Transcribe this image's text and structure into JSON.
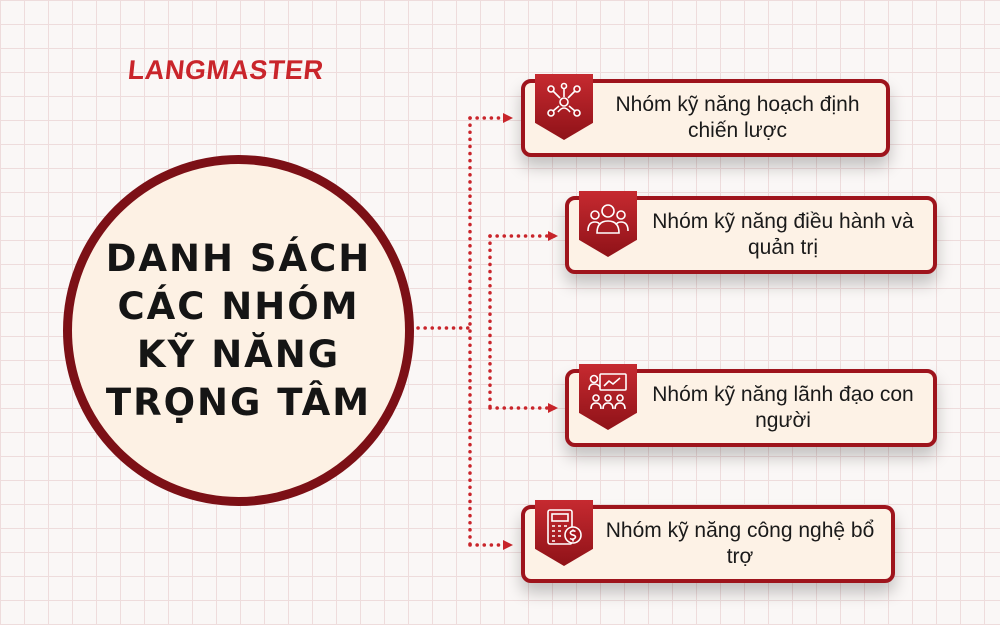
{
  "brand": "LANGMASTER",
  "center_title": "DANH SÁCH CÁC NHÓM KỸ NĂNG TRỌNG TÂM",
  "colors": {
    "accent": "#c9252b",
    "dark_red": "#7c1016",
    "card_fill": "#fdf2e6",
    "circle_fill": "#fdf1e4"
  },
  "groups": [
    {
      "label": "Nhóm kỹ năng hoạch định chiến lược",
      "icon": "network-people-icon"
    },
    {
      "label": "Nhóm kỹ năng điều hành và quản trị",
      "icon": "team-icon"
    },
    {
      "label": "Nhóm kỹ năng lãnh đạo con người",
      "icon": "presentation-meeting-icon"
    },
    {
      "label": "Nhóm kỹ năng công nghệ bổ trợ",
      "icon": "calculator-finance-icon"
    }
  ]
}
